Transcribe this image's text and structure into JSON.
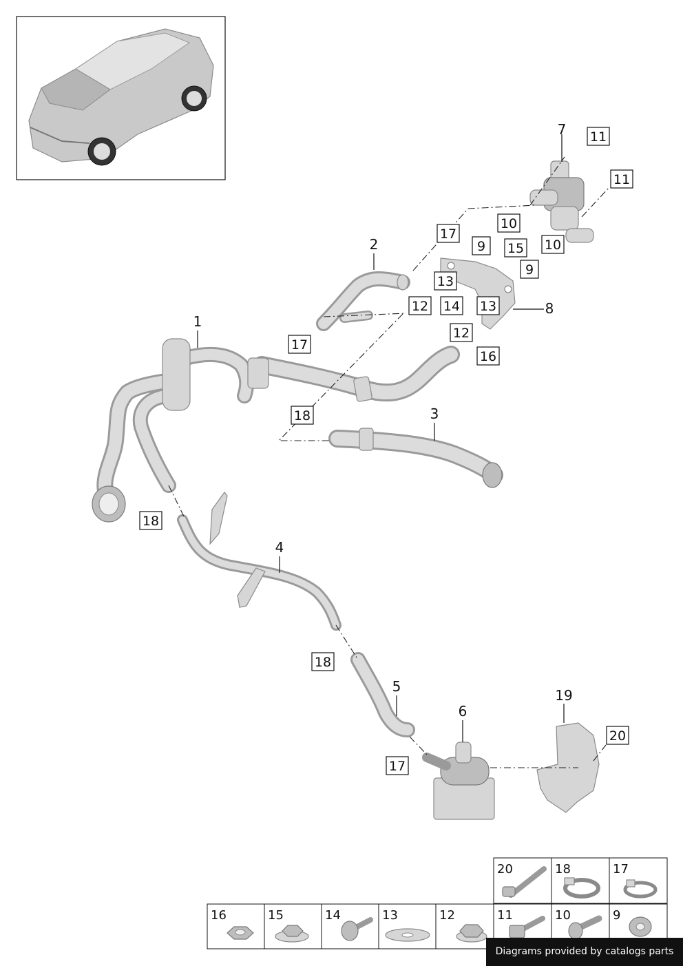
{
  "callouts": {
    "p1": "1",
    "p2": "2",
    "p3": "3",
    "p4": "4",
    "p5": "5",
    "p6": "6",
    "p7": "7",
    "p8": "8",
    "p19": "19"
  },
  "boxed": {
    "b11a": "11",
    "b11b": "11",
    "b17a": "17",
    "b10a": "10",
    "b9a": "9",
    "b15": "15",
    "b10b": "10",
    "b9b": "9",
    "b13a": "13",
    "b12a": "12",
    "b14": "14",
    "b13b": "13",
    "b12b": "12",
    "b16": "16",
    "b17b": "17",
    "b18a": "18",
    "b18b": "18",
    "b18c": "18",
    "b17c": "17",
    "b20": "20"
  },
  "legend": {
    "top_row": [
      "20",
      "18",
      "17"
    ],
    "bottom_row": [
      "16",
      "15",
      "14",
      "13",
      "12",
      "11",
      "10",
      "9"
    ]
  },
  "footer": "Diagrams provided by catalogs parts"
}
